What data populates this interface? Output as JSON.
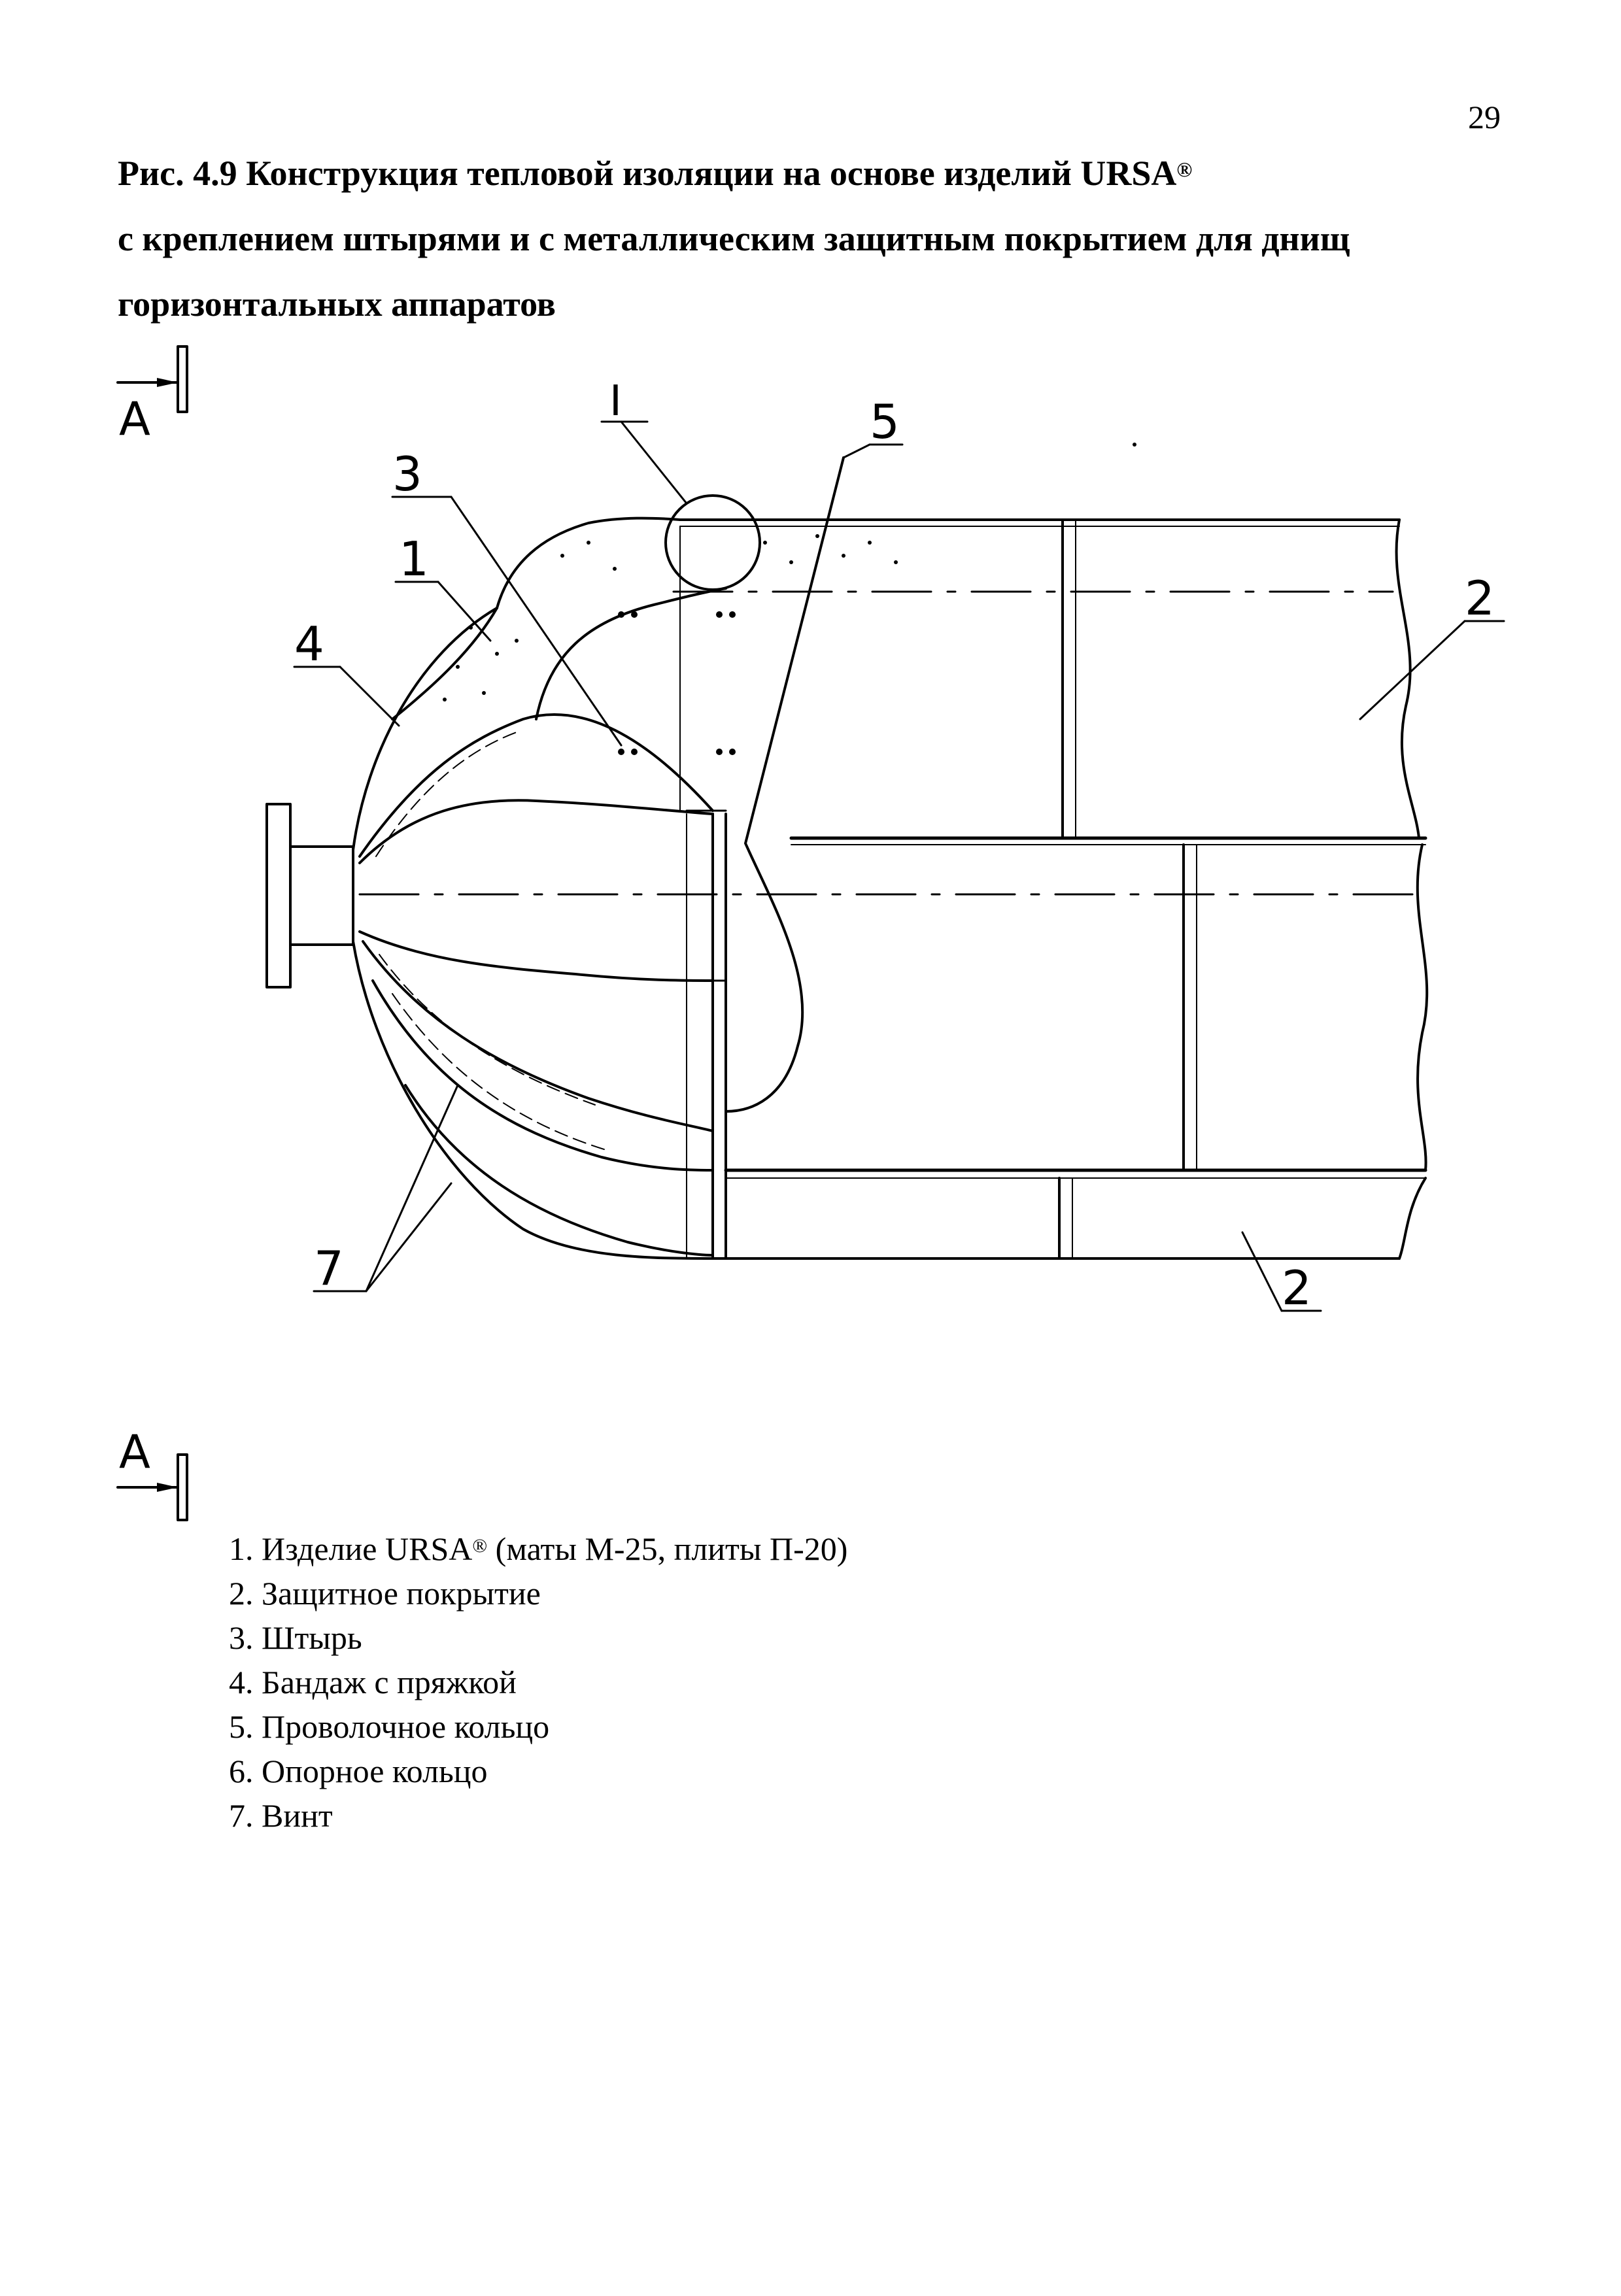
{
  "page_number": "29",
  "caption": {
    "line1_prefix": "Рис. 4.9 Конструкция тепловой изоляции на основе изделий URSA",
    "reg_mark": "®",
    "line2": "с креплением штырями и с металлическим защитным покрытием для днищ",
    "line3": "горизонтальных аппаратов"
  },
  "diagram": {
    "section_marker_top": "А",
    "section_marker_bottom": "А",
    "detail_label": "I",
    "callouts": [
      "1",
      "2",
      "2",
      "3",
      "4",
      "5",
      "7"
    ]
  },
  "legend": {
    "item1_prefix": "1. Изделие URSA",
    "item1_reg": "®",
    "item1_suffix": " (маты М-25, плиты П-20)",
    "item2": "2. Защитное покрытие",
    "item3": "3. Штырь",
    "item4": "4. Бандаж с пряжкой",
    "item5": "5. Проволочное кольцо",
    "item6": "6. Опорное кольцо",
    "item7": "7. Винт"
  }
}
